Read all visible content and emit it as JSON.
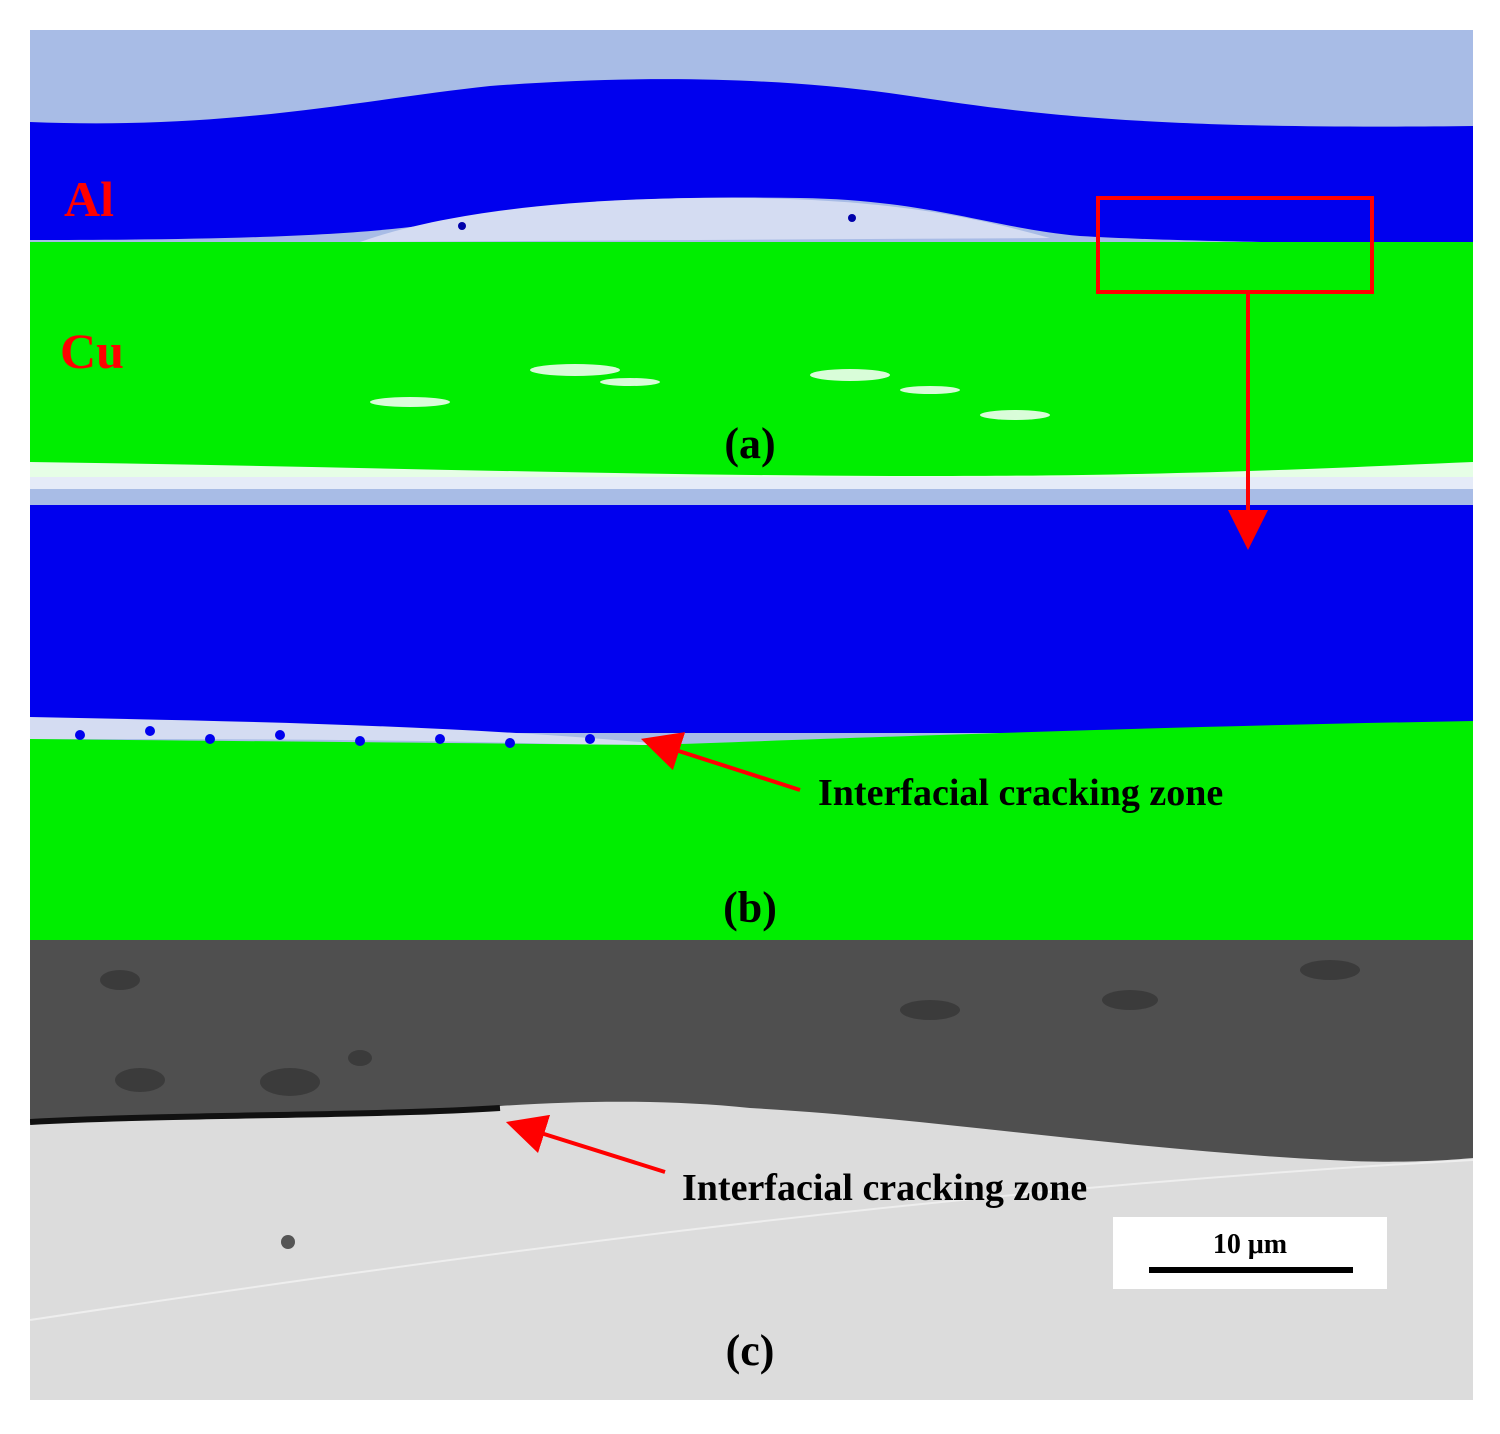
{
  "figure": {
    "panels": [
      {
        "id": "a",
        "label": "(a)",
        "type": "simulation-phase-map"
      },
      {
        "id": "b",
        "label": "(b)",
        "type": "simulation-phase-map-zoom"
      },
      {
        "id": "c",
        "label": "(c)",
        "type": "sem-micrograph"
      }
    ],
    "materials": {
      "al": "Al",
      "cu": "Cu"
    },
    "annotations": {
      "b_crack": "Interfacial cracking zone",
      "c_crack": "Interfacial cracking zone"
    },
    "scale_bar": {
      "label": "10 μm"
    },
    "colors": {
      "al_phase": "#0000ee",
      "cu_phase": "#00ee00",
      "background_phase": "#a8bce6",
      "gap_phase": "#d4dcf2",
      "annotation": "#ff0000",
      "sem_dark": "#4f4f4f",
      "sem_light": "#dcdcdc"
    }
  }
}
